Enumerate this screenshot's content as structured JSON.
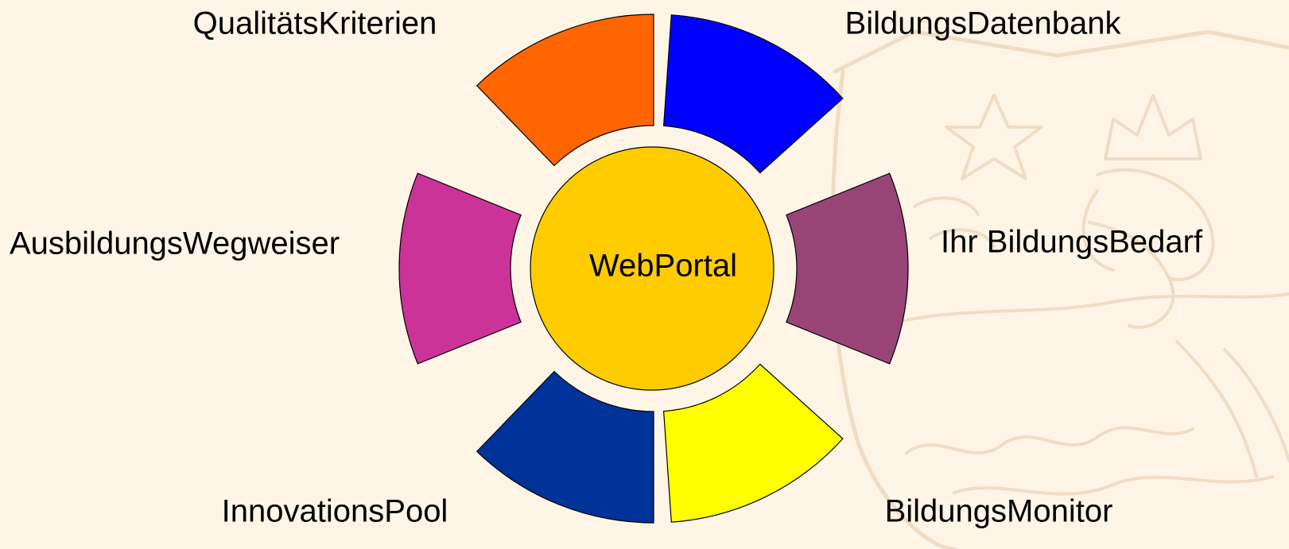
{
  "hub": {
    "label": "WebPortal",
    "color": "#ffcc00"
  },
  "segments": [
    {
      "key": "qualitaet",
      "label": "QualitätsKriterien",
      "color": "#ff6600"
    },
    {
      "key": "datenbank",
      "label": "BildungsDatenbank",
      "color": "#0000ff"
    },
    {
      "key": "bedarf",
      "label": "Ihr BildungsBedarf",
      "color": "#994477"
    },
    {
      "key": "monitor",
      "label": "BildungsMonitor",
      "color": "#ffff00"
    },
    {
      "key": "innovation",
      "label": "InnovationsPool",
      "color": "#003399"
    },
    {
      "key": "wegweiser",
      "label": "AusbildungsWegweiser",
      "color": "#cc3399"
    }
  ],
  "colors": {
    "background": "#fff5e6",
    "watermark": "#f0dcc4"
  },
  "watermark": {
    "icon": "coat-of-arms-lion-icon"
  }
}
